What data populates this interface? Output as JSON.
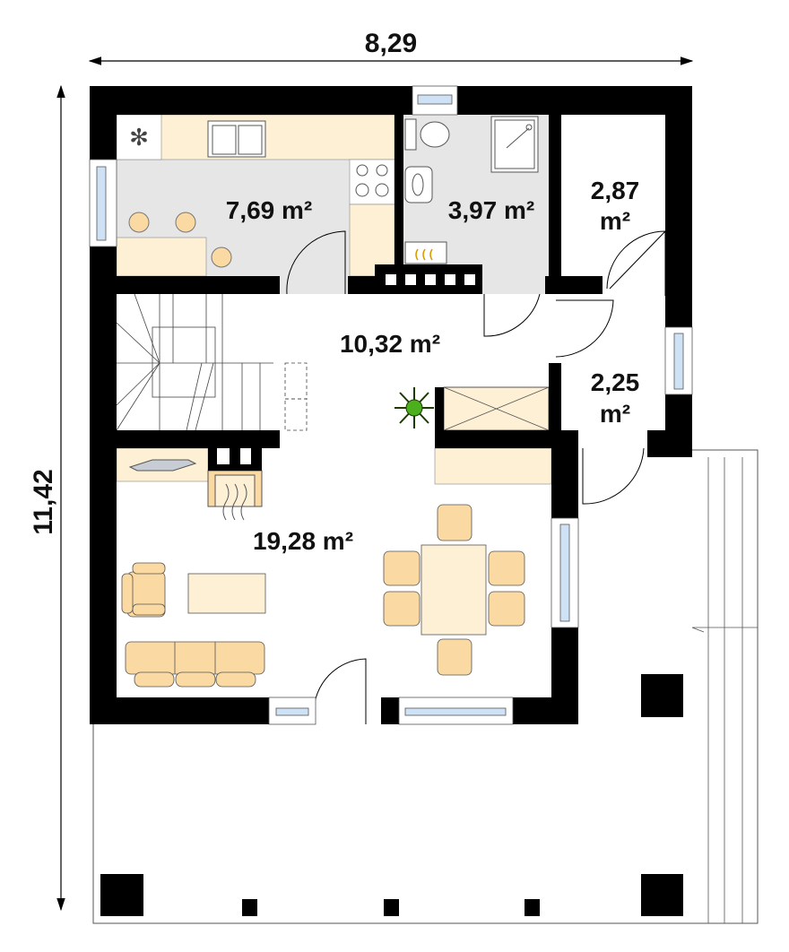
{
  "dimensions": {
    "width": "8,29",
    "height": "11,42"
  },
  "rooms": {
    "kitchen": "7,69 m²",
    "bathroom": "3,97 m²",
    "storage": {
      "value": "2,87",
      "unit": "m²"
    },
    "hall": "10,32 m²",
    "entry": {
      "value": "2,25",
      "unit": "m²"
    },
    "living": "19,28 m²"
  },
  "colors": {
    "wall": "#000000",
    "floor_gray": "#e6e6e6",
    "furniture": "#fbd9a2",
    "cabinet": "#fdf0d5",
    "window_glass": "#cfe2f5",
    "plant": "#4caf1c"
  }
}
